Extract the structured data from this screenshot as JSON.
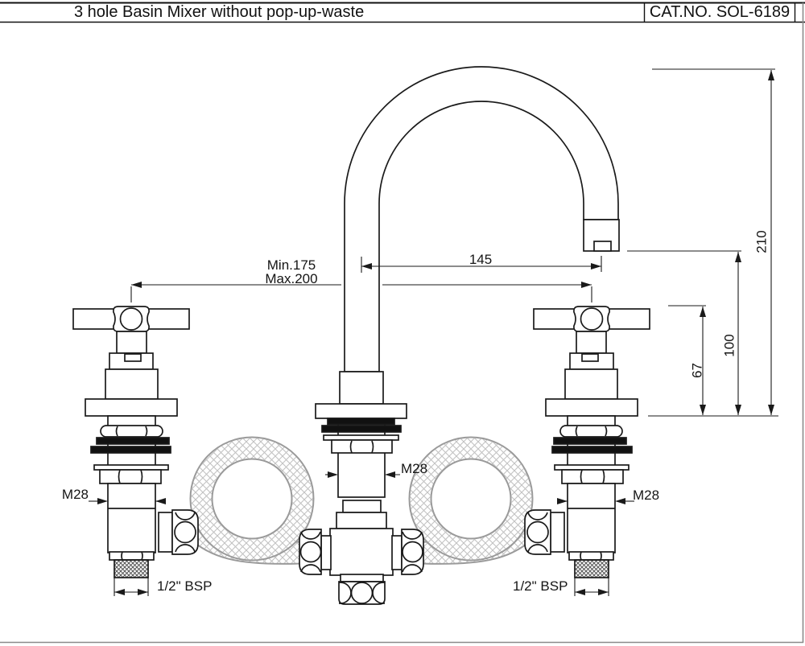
{
  "header": {
    "title": "3 hole Basin Mixer without pop-up-waste",
    "cat_no": "CAT.NO. SOL-6189"
  },
  "dimensions": {
    "spread_min": "Min.175",
    "spread_max": "Max.200",
    "spout_reach": "145",
    "spout_height": "210",
    "outlet_height": "100",
    "handle_height": "67",
    "thread_size": "M28",
    "connection_size": "1/2\" BSP"
  },
  "colors": {
    "line": "#1a1a1a",
    "hose_outline": "#9a9a9a",
    "hose_hatch": "#c2c2c2"
  }
}
